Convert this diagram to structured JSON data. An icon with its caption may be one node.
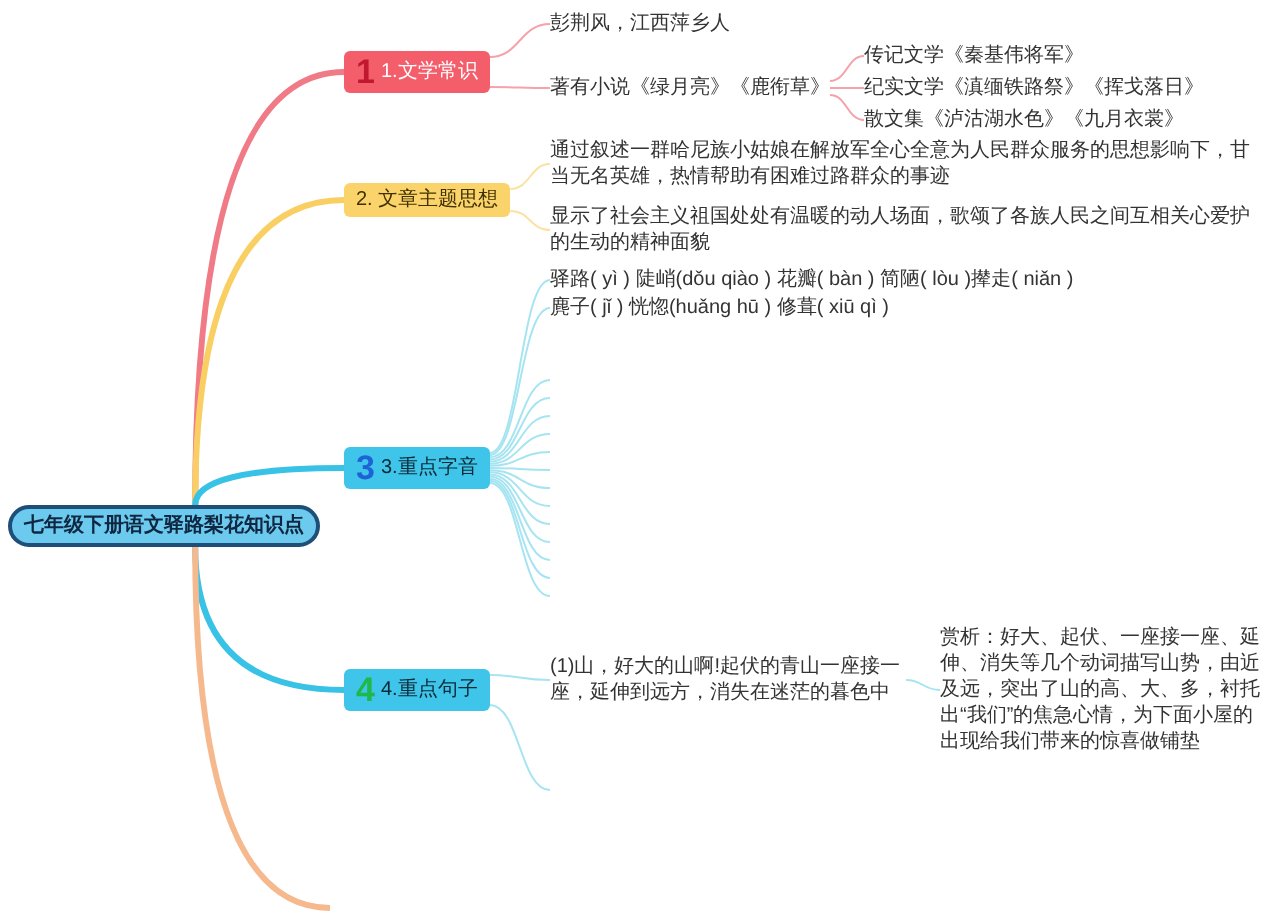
{
  "diagram": {
    "nodes": [
      {
        "text": [
          "七年级下册语文驿路梨花知识点"
        ]
      },
      {
        "text": [
          "1",
          "1.文学常识"
        ]
      },
      {
        "text": [
          "彭荆风，江西萍乡人"
        ]
      },
      {
        "text": [
          "著有小说《绿月亮》《鹿衔草》"
        ]
      },
      {
        "text": [
          "传记文学《秦基伟将军》"
        ]
      },
      {
        "text": [
          "纪实文学《滇缅铁路祭》《挥戈落日》"
        ]
      },
      {
        "text": [
          "散文集《泸沽湖水色》《九月衣裳》"
        ]
      },
      {
        "text": [
          "2. 文章主题思想"
        ]
      },
      {
        "text": [
          "通过叙述一群哈尼族小姑娘在解放军全心全意为人民群众服务的思想影响下，甘当无名英雄，热情帮助有困难过路群众的事迹"
        ]
      },
      {
        "text": [
          "显示了社会主义祖国处处有温暖的动人场面，歌颂了各族人民之间互相关心爱护的生动的精神面貌"
        ]
      },
      {
        "text": [
          "3",
          "3.重点字音"
        ]
      },
      {
        "text": [
          "驿路( yì ) 陡峭(dǒu qiào ) 花瓣( bàn ) 简陋( lòu )撵走( niǎn )"
        ]
      },
      {
        "text": [
          "麂子( jǐ ) 恍惚(huǎng hū ) 修葺( xiū qì )"
        ]
      },
      {
        "text": [
          "4",
          "4.重点句子"
        ]
      },
      {
        "text": [
          "(1)山，好大的山啊!起伏的青山一座接一座，延伸到远方，消失在迷茫的暮色中"
        ]
      },
      {
        "text": [
          "赏析：好大、起伏、一座接一座、延伸、消失等几个动词描写山势，由近及远，突出了山的高、大、多，衬托出“我们”的焦急心情，为下面小屋的出现给我们带来的惊喜做铺垫"
        ]
      }
    ],
    "edges": [
      {
        "from": 0,
        "to": 1,
        "arrow": "none",
        "style": "thick",
        "color": "#f07a86"
      },
      {
        "from": 0,
        "to": 7,
        "arrow": "none",
        "style": "thick",
        "color": "#f9cf63"
      },
      {
        "from": 0,
        "to": 10,
        "arrow": "none",
        "style": "thick",
        "color": "#38c2e6"
      },
      {
        "from": 0,
        "to": 13,
        "arrow": "none",
        "style": "thick",
        "color": "#38c2e6"
      },
      {
        "from": 0,
        "to": null,
        "arrow": "none",
        "style": "thick",
        "color": "#f6b98e"
      },
      {
        "from": 1,
        "to": 2,
        "arrow": "none",
        "color": "#f5a2ab"
      },
      {
        "from": 1,
        "to": 3,
        "arrow": "none",
        "color": "#f5a2ab"
      },
      {
        "from": 3,
        "to": 4,
        "arrow": "none",
        "color": "#f5a2ab"
      },
      {
        "from": 3,
        "to": 5,
        "arrow": "none",
        "color": "#f5a2ab"
      },
      {
        "from": 3,
        "to": 6,
        "arrow": "none",
        "color": "#f5a2ab"
      },
      {
        "from": 7,
        "to": 8,
        "arrow": "none",
        "color": "#fbe2a3"
      },
      {
        "from": 7,
        "to": 9,
        "arrow": "none",
        "color": "#fbe2a3"
      },
      {
        "from": 10,
        "to": 11,
        "arrow": "none"
      },
      {
        "from": 10,
        "to": 12,
        "arrow": "none"
      },
      {
        "from": 10,
        "to": null,
        "arrow": "none"
      },
      {
        "from": 10,
        "to": null,
        "arrow": "none"
      },
      {
        "from": 10,
        "to": null,
        "arrow": "none"
      },
      {
        "from": 10,
        "to": null,
        "arrow": "none"
      },
      {
        "from": 10,
        "to": null,
        "arrow": "none"
      },
      {
        "from": 10,
        "to": null,
        "arrow": "none"
      },
      {
        "from": 10,
        "to": null,
        "arrow": "none"
      },
      {
        "from": 10,
        "to": null,
        "arrow": "none"
      },
      {
        "from": 10,
        "to": null,
        "arrow": "none"
      },
      {
        "from": 10,
        "to": null,
        "arrow": "none"
      },
      {
        "from": 10,
        "to": null,
        "arrow": "none"
      },
      {
        "from": 10,
        "to": null,
        "arrow": "none"
      },
      {
        "from": 10,
        "to": null,
        "arrow": "none"
      },
      {
        "from": 13,
        "to": 14,
        "arrow": "none"
      },
      {
        "from": 13,
        "to": null,
        "arrow": "none"
      },
      {
        "from": 14,
        "to": 15,
        "arrow": "none"
      }
    ]
  }
}
